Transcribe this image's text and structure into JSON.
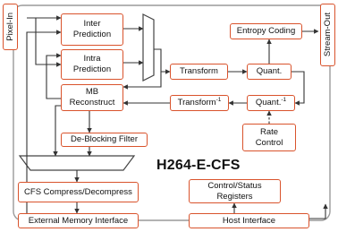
{
  "diagram": {
    "title": "H264-E-CFS",
    "blocks": {
      "pixel_in": "Pixel-In",
      "stream_out": "Stream-Out",
      "inter_prediction": [
        "Inter",
        "Prediction"
      ],
      "intra_prediction": [
        "Intra",
        "Prediction"
      ],
      "mb_reconstruct": [
        "MB",
        "Reconstruct"
      ],
      "deblocking_filter": "De-Blocking Filter",
      "cfs_compress": "CFS Compress/Decompress",
      "external_memory_interface": "External Memory Interface",
      "host_interface": "Host Interface",
      "control_status_registers": [
        "Control/Status",
        "Registers"
      ],
      "entropy_coding": "Entropy Coding",
      "transform": "Transform",
      "quant": "Quant.",
      "inverse_transform": "Transform",
      "inverse_quant": "Quant.",
      "inverse_superscript": "-1",
      "rate_control": [
        "Rate",
        "Control"
      ]
    }
  }
}
